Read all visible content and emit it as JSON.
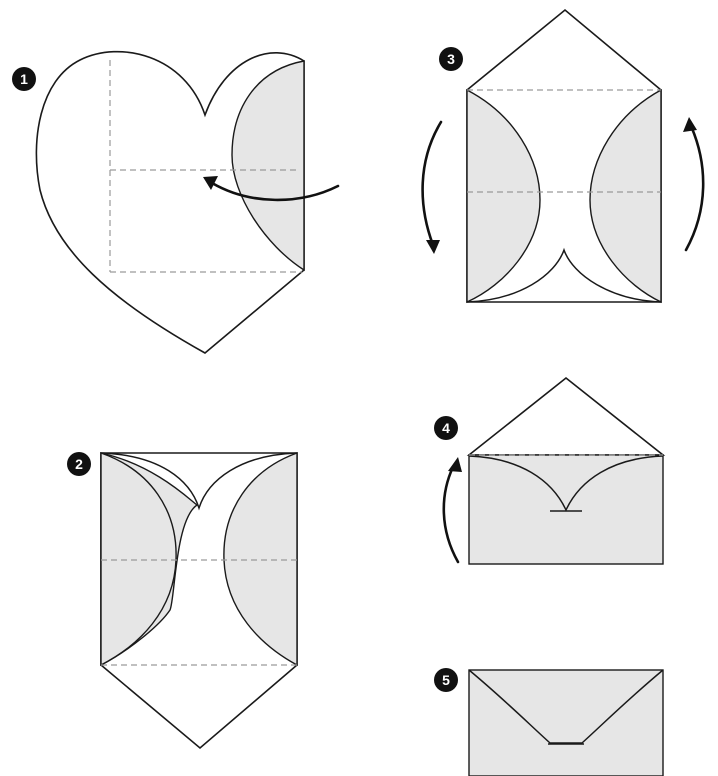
{
  "steps": [
    {
      "number": "1"
    },
    {
      "number": "2"
    },
    {
      "number": "3"
    },
    {
      "number": "4"
    },
    {
      "number": "5"
    }
  ],
  "colors": {
    "outline": "#1a1a1a",
    "flap_fill": "#e6e6e6",
    "fold_line": "#9a9a9a",
    "badge": "#111111"
  }
}
